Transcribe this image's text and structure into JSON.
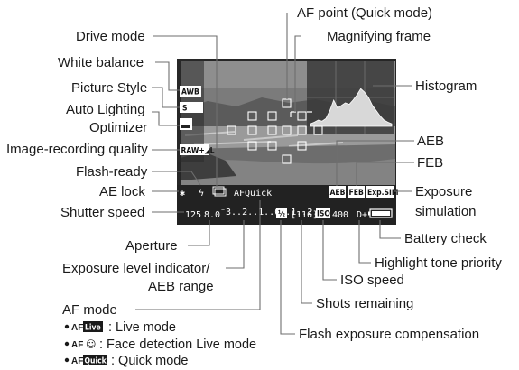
{
  "labels": {
    "drive_mode": "Drive mode",
    "white_balance": "White balance",
    "picture_style": "Picture Style",
    "auto_lighting_1": "Auto Lighting",
    "auto_lighting_2": "Optimizer",
    "image_quality": "Image-recording quality",
    "flash_ready": "Flash-ready",
    "ae_lock": "AE lock",
    "shutter_speed": "Shutter speed",
    "aperture": "Aperture",
    "exposure_level_1": "Exposure level indicator/",
    "exposure_level_2": "AEB range",
    "af_point": "AF point (Quick mode)",
    "magnifying_frame": "Magnifying frame",
    "histogram": "Histogram",
    "aeb": "AEB",
    "feb": "FEB",
    "exposure_sim_1": "Exposure",
    "exposure_sim_2": "simulation",
    "battery_check": "Battery check",
    "highlight_tone": "Highlight tone priority",
    "iso_speed": "ISO speed",
    "shots_remaining": "Shots remaining",
    "flash_comp": "Flash exposure compensation"
  },
  "af_mode": {
    "title": "AF mode",
    "items": [
      {
        "icon_text": "Live",
        "desc": ": Live mode"
      },
      {
        "icon_text": "☺",
        "desc": ": Face detection Live mode"
      },
      {
        "icon_text": "Quick",
        "desc": ": Quick mode"
      }
    ]
  },
  "screen": {
    "wb_icon": "AWB",
    "picture_style_icon": "S",
    "alo_icon": "ALO",
    "quality_icon": "RAW+◢L",
    "flash_icon": "ϟ",
    "ae_lock_icon": "✱",
    "drive_icon": "▭",
    "af_icon": "AFQuick",
    "aeb_icon": "AEB",
    "feb_icon": "FEB",
    "expsim_icon": "Exp.SIM",
    "shutter": "125",
    "aperture": "8.0",
    "scale": "⁻3..2..1..0..1..2.⁺3",
    "flash_comp_icon": "½",
    "shots": "[116]",
    "iso_icon": "ISO",
    "iso": "400",
    "highlight": "D+",
    "battery": "battery"
  },
  "histogram": {
    "relative_levels": [
      0.05,
      0.08,
      0.12,
      0.1,
      0.15,
      0.3,
      0.5,
      0.35,
      0.4,
      0.45,
      0.42,
      0.5,
      0.6,
      0.72,
      0.65,
      0.55,
      0.4,
      0.3,
      0.2,
      0.12,
      0.08,
      0.05
    ]
  }
}
